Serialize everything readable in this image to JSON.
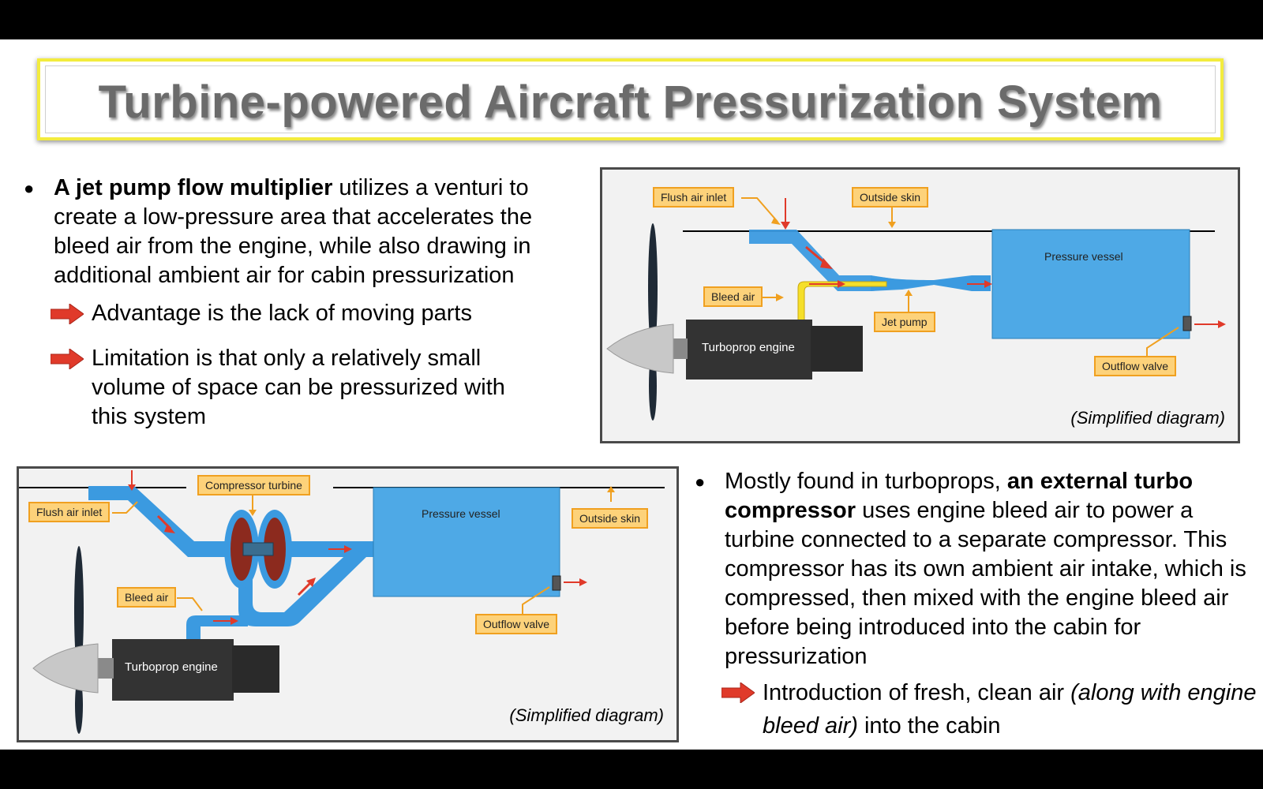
{
  "title": "Turbine-powered Aircraft Pressurization System",
  "section1": {
    "bullet_bold": "A jet pump flow multiplier",
    "bullet_rest": " utilizes a venturi to create a low-pressure area that accelerates the bleed air from the engine, while also drawing in additional ambient air for cabin pressurization",
    "sub1": "Advantage is the lack of moving parts",
    "sub2": "Limitation is that only a relatively small volume of space can be pressurized with this system"
  },
  "section2": {
    "bullet_pre": "Mostly found in turboprops, ",
    "bullet_bold": "an external turbo compressor",
    "bullet_rest": " uses engine bleed air to power a turbine connected to a separate compressor. This compressor has its own ambient air intake, which is compressed, then mixed with the engine bleed air before being introduced into the cabin for pressurization",
    "sub_pre": "Introduction of fresh, clean air ",
    "sub_italic": "(along with engine bleed air)",
    "sub_post": " into the cabin"
  },
  "diagram1": {
    "labels": {
      "flush_air_inlet": "Flush air inlet",
      "outside_skin": "Outside skin",
      "pressure_vessel": "Pressure vessel",
      "bleed_air": "Bleed air",
      "jet_pump": "Jet pump",
      "turboprop_engine": "Turboprop engine",
      "outflow_valve": "Outflow valve"
    },
    "caption": "(Simplified diagram)"
  },
  "diagram2": {
    "labels": {
      "compressor_turbine": "Compressor turbine",
      "flush_air_inlet": "Flush air inlet",
      "pressure_vessel": "Pressure vessel",
      "outside_skin": "Outside skin",
      "bleed_air": "Bleed air",
      "outflow_valve": "Outflow valve",
      "turboprop_engine": "Turboprop engine"
    },
    "caption": "(Simplified diagram)"
  },
  "colors": {
    "title_border": "#f3ec3e",
    "vessel": "#4ea9e6",
    "duct": "#3b9ae0",
    "label_fill": "#fdd27a",
    "label_border": "#f0a020",
    "arrow_red": "#e03a2a",
    "bleed_yellow": "#f5df2a"
  },
  "icons": [
    "bullet-dot-icon",
    "red-arrow-icon",
    "propeller-icon",
    "spinner-icon"
  ]
}
